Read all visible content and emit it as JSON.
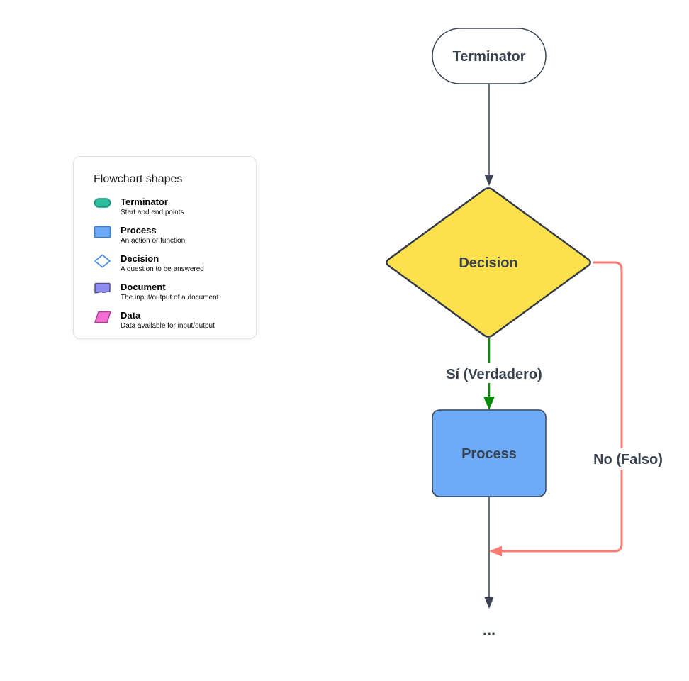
{
  "legend": {
    "title": "Flowchart shapes",
    "items": [
      {
        "label": "Terminator",
        "description": "Start and end points",
        "icon": "terminator-icon",
        "fill": "#2dbd9d"
      },
      {
        "label": "Process",
        "description": "An action or function",
        "icon": "process-icon",
        "fill": "#6daaf8"
      },
      {
        "label": "Decision",
        "description": "A question to be answered",
        "icon": "decision-icon",
        "fill": "#ffffff"
      },
      {
        "label": "Document",
        "description": "The input/output of a document",
        "icon": "document-icon",
        "fill": "#908df2"
      },
      {
        "label": "Data",
        "description": "Data available for input/output",
        "icon": "data-icon",
        "fill": "#f56fd5"
      }
    ]
  },
  "flowchart": {
    "nodes": {
      "terminator": {
        "label": "Terminator",
        "fill": "#ffffff",
        "stroke": "#3a4454"
      },
      "decision": {
        "label": "Decision",
        "fill": "#fce14d",
        "stroke": "#333b49"
      },
      "process": {
        "label": "Process",
        "fill": "#6daaf8",
        "stroke": "#3a4454"
      }
    },
    "edges": {
      "terminator_to_decision": {
        "label": "",
        "color": "#3a4454"
      },
      "decision_yes": {
        "label": "Sí (Verdadero)",
        "color": "#0a8a0a"
      },
      "decision_no": {
        "label": "No (Falso)",
        "color": "#fb7a72"
      },
      "process_out": {
        "label": "",
        "color": "#3a4454"
      }
    },
    "continuation_text": "..."
  },
  "colors": {
    "node_stroke": "#3a4454",
    "diagram_text": "#39434f",
    "decision_fill": "#fce14d",
    "process_fill": "#6daaf8",
    "yes_green": "#0a8a0a",
    "no_red": "#fb7a72",
    "legend_border": "#dfe3e8"
  }
}
